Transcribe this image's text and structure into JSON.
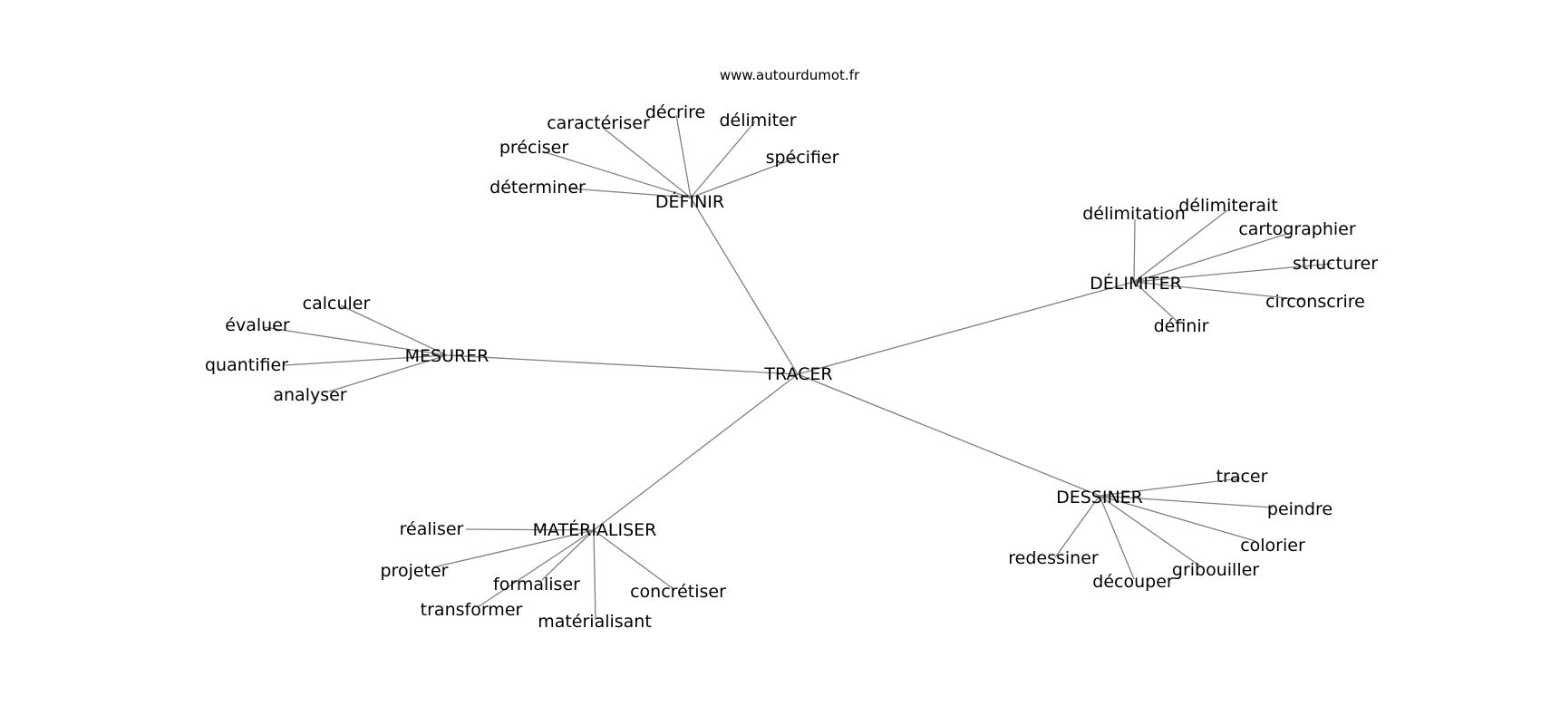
{
  "site": "www.autourdumot.fr",
  "root": "TRACER",
  "groups": [
    {
      "name": "DÉFINIR",
      "children": [
        "décrire",
        "caractériser",
        "délimiter",
        "préciser",
        "spécifier",
        "déterminer"
      ]
    },
    {
      "name": "DÉLIMITER",
      "children": [
        "délimitation",
        "délimiterait",
        "cartographier",
        "structurer",
        "circonscrire",
        "définir"
      ]
    },
    {
      "name": "MESURER",
      "children": [
        "calculer",
        "évaluer",
        "quantifier",
        "analyser"
      ]
    },
    {
      "name": "DESSINER",
      "children": [
        "tracer",
        "peindre",
        "colorier",
        "gribouiller",
        "redessiner",
        "découper"
      ]
    },
    {
      "name": "MATÉRIALISER",
      "children": [
        "réaliser",
        "projeter",
        "formaliser",
        "transformer",
        "concrétiser",
        "matérialisant"
      ]
    }
  ]
}
